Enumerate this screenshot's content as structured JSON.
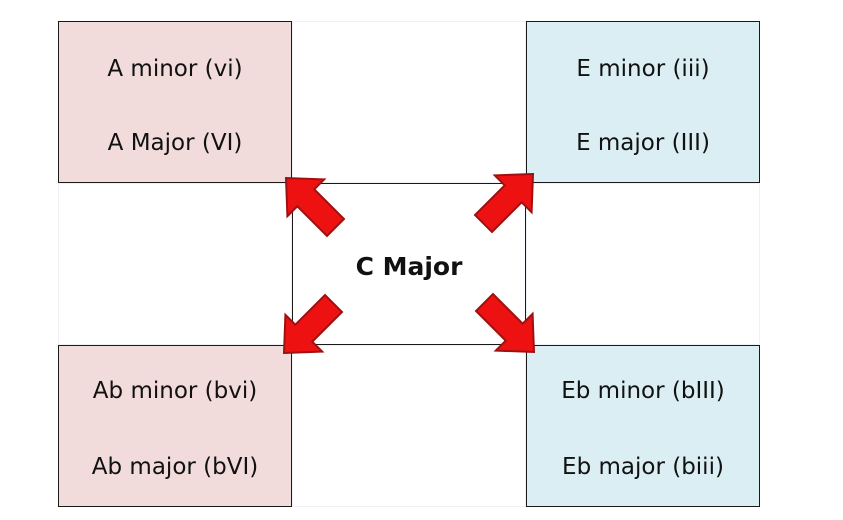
{
  "center": {
    "title": "C Major"
  },
  "top_left": {
    "line1": "A minor (vi)",
    "line2": "A Major (VI)"
  },
  "top_right": {
    "line1": "E minor (iii)",
    "line2": "E major (III)"
  },
  "bottom_left": {
    "line1": "Ab minor (bvi)",
    "line2": "Ab major (bVI)"
  },
  "bottom_right": {
    "line1": "Eb minor (bIII)",
    "line2": "Eb major (biii)"
  },
  "colors": {
    "pink": "#f2dcdb",
    "blue": "#dbeef4",
    "arrow": "#ee1111",
    "arrow_outline": "#a01010"
  }
}
